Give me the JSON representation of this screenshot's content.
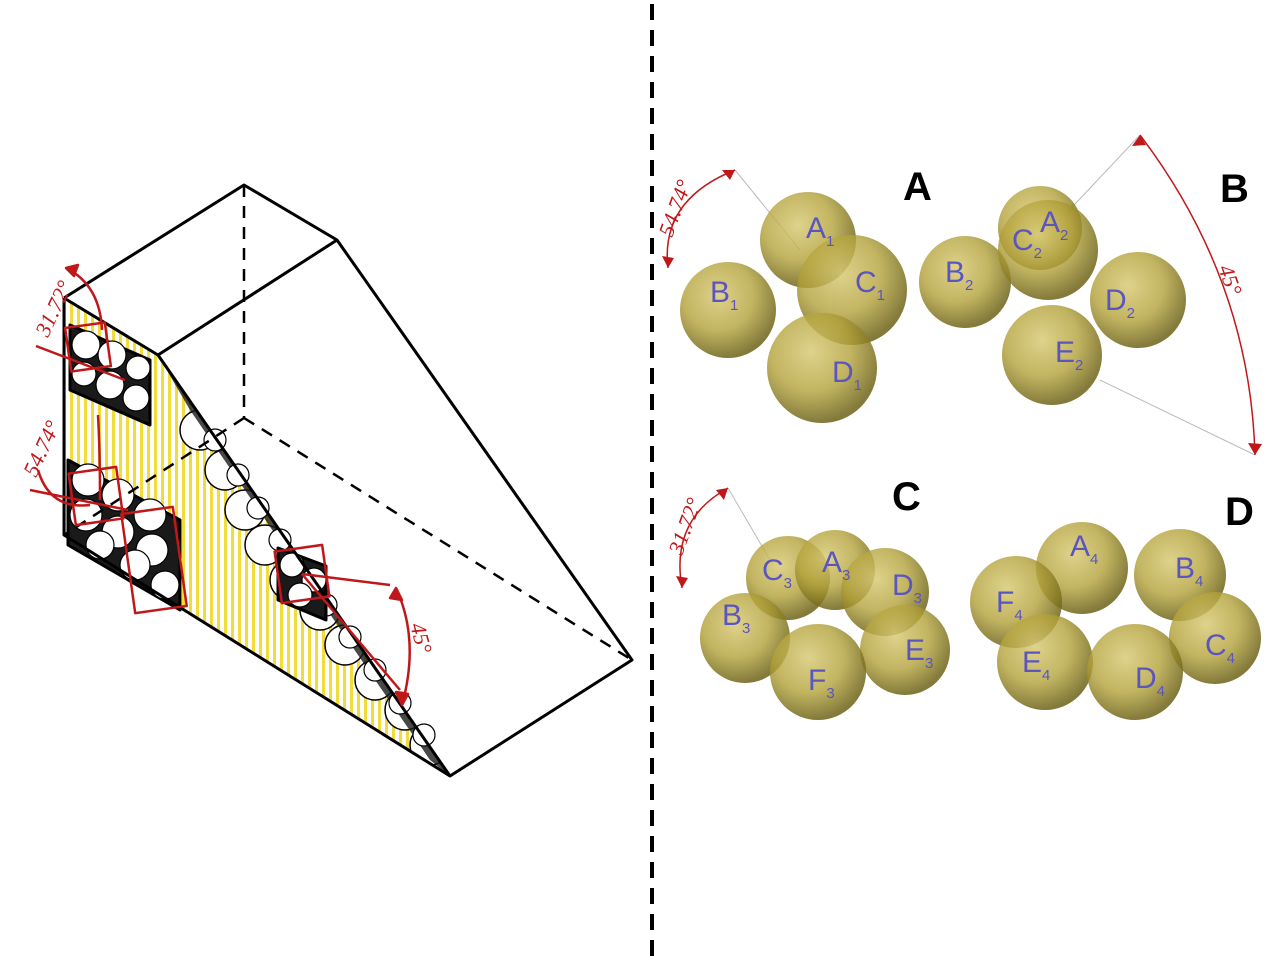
{
  "left": {
    "angles": {
      "a1": "31.72°",
      "a2": "54.74°",
      "a3": "45°"
    }
  },
  "right": {
    "panels": [
      {
        "letter": "A",
        "angle": "54.74°",
        "spheres": [
          {
            "l": "A",
            "s": "1"
          },
          {
            "l": "B",
            "s": "1"
          },
          {
            "l": "C",
            "s": "1"
          },
          {
            "l": "D",
            "s": "1"
          }
        ]
      },
      {
        "letter": "B",
        "angle": "45°",
        "spheres": [
          {
            "l": "C",
            "s": "2"
          },
          {
            "l": "A",
            "s": "2"
          },
          {
            "l": "B",
            "s": "2"
          },
          {
            "l": "D",
            "s": "2"
          },
          {
            "l": "E",
            "s": "2"
          }
        ]
      },
      {
        "letter": "C",
        "angle": "31.72°",
        "spheres": [
          {
            "l": "C",
            "s": "3"
          },
          {
            "l": "A",
            "s": "3"
          },
          {
            "l": "D",
            "s": "3"
          },
          {
            "l": "B",
            "s": "3"
          },
          {
            "l": "E",
            "s": "3"
          },
          {
            "l": "F",
            "s": "3"
          }
        ]
      },
      {
        "letter": "D",
        "angle": "",
        "spheres": [
          {
            "l": "A",
            "s": "4"
          },
          {
            "l": "B",
            "s": "4"
          },
          {
            "l": "F",
            "s": "4"
          },
          {
            "l": "C",
            "s": "4"
          },
          {
            "l": "E",
            "s": "4"
          },
          {
            "l": "D",
            "s": "4"
          }
        ]
      }
    ]
  },
  "colors": {
    "accent": "#c0181a",
    "sphere": "#b8a53a",
    "label": "#5b55c0",
    "stripe": "#f2dc3a"
  }
}
